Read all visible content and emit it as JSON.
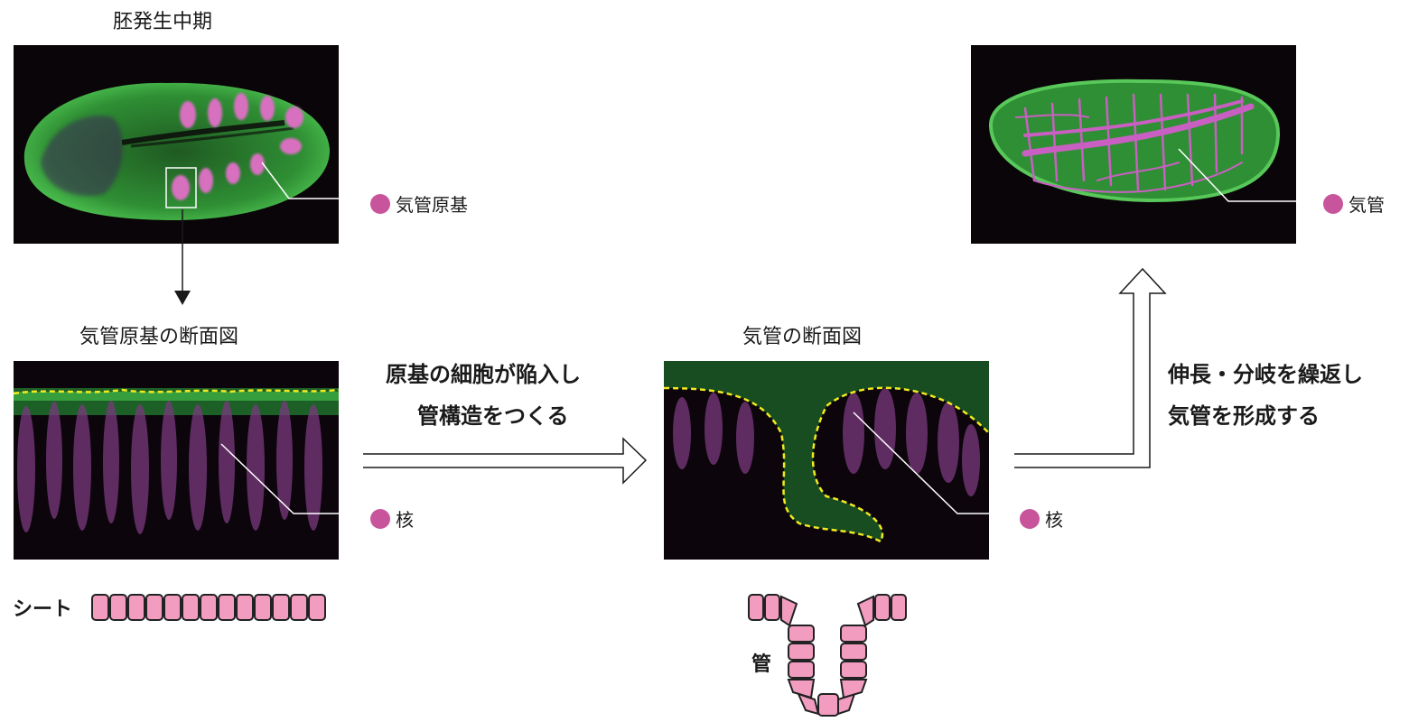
{
  "colors": {
    "magenta": "#c8559c",
    "green": "#2f9a36",
    "yellow": "#f2ea1f",
    "cell": "#f29cc0",
    "cell_border": "#222222"
  },
  "top_left": {
    "title": "胚発生中期",
    "legend": "気管原基"
  },
  "cross_left": {
    "title": "気管原基の断面図",
    "legend": "核"
  },
  "cross_right": {
    "title": "気管の断面図",
    "legend": "核"
  },
  "top_right": {
    "legend": "気管"
  },
  "arrow_caption_1": [
    "原基の細胞が陥入し",
    "管構造をつくる"
  ],
  "arrow_caption_2": [
    "伸長・分岐を繰返し",
    "気管を形成する"
  ],
  "sheet_label": "シート",
  "tube_label": "管"
}
